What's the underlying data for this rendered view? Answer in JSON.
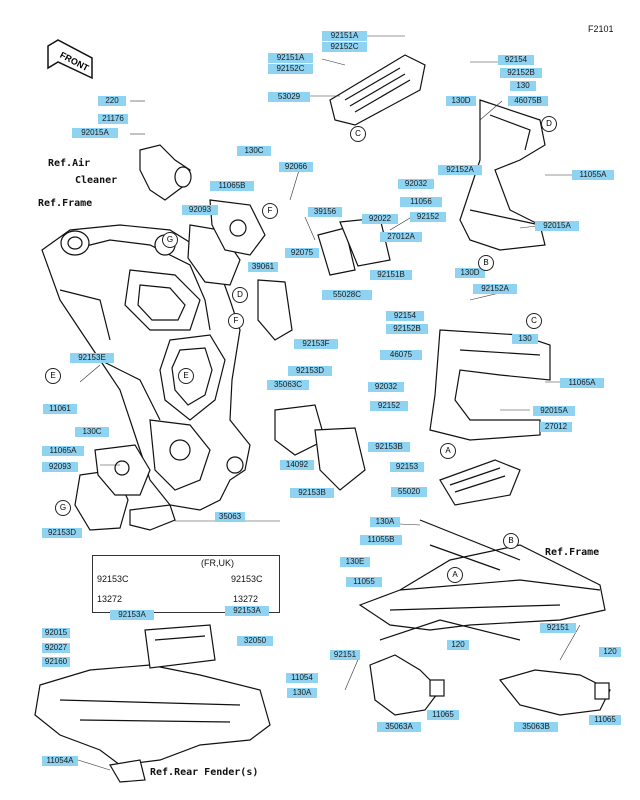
{
  "figure_code": "F2101",
  "front_arrow_text": "FRONT",
  "references": {
    "air_cleaner_1": "Ref.Air",
    "air_cleaner_2": "Cleaner",
    "frame_left": "Ref.Frame",
    "frame_right": "Ref.Frame",
    "rear_fender": "Ref.Rear Fender(s)"
  },
  "note_box": {
    "title": "(FR,UK)",
    "left_code_1": "92153C",
    "left_code_2": "13272",
    "right_code_1": "92153C",
    "right_code_2": "13272"
  },
  "part_labels": [
    "92151A",
    "92152C",
    "92151A",
    "92152C",
    "53029",
    "92154",
    "92152B",
    "130",
    "130D",
    "46075B",
    "11055A",
    "92032",
    "92152A",
    "11056",
    "92152",
    "27012A",
    "92015A",
    "130D",
    "92152A",
    "92154",
    "92152B",
    "130",
    "46075",
    "11065A",
    "92032",
    "92152",
    "92015A",
    "27012",
    "220",
    "21176",
    "92015A",
    "130C",
    "11065B",
    "92066",
    "92093",
    "39156",
    "92022",
    "92075",
    "39061",
    "92151B",
    "55028C",
    "92153F",
    "92153E",
    "11061",
    "92153D",
    "35063C",
    "130C",
    "11065A",
    "92093",
    "92153D",
    "92153B",
    "14092",
    "92153B",
    "92153",
    "55020",
    "35063",
    "130A",
    "11055B",
    "130E",
    "11055",
    "92153A",
    "92153A",
    "92015",
    "92027",
    "92160",
    "32050",
    "11054",
    "130A",
    "92151",
    "120",
    "92151",
    "120",
    "35063A",
    "11065",
    "35063B",
    "11065",
    "11054A"
  ],
  "callouts": [
    "C",
    "D",
    "B",
    "C",
    "E",
    "G",
    "F",
    "F",
    "E",
    "G",
    "A",
    "A",
    "B",
    "D"
  ]
}
